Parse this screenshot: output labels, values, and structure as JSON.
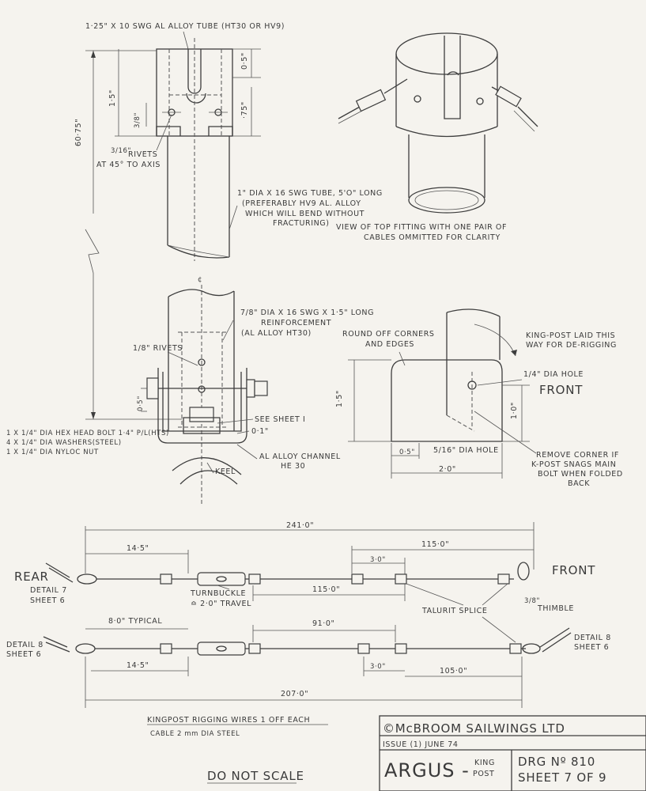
{
  "top_view": {
    "tube_spec": "1·25\" X 10 SWG AL ALLOY TUBE (HT30 OR HV9)",
    "dim_60_75": "60·75\"",
    "dim_1_5": "1·5\"",
    "dim_0_5": "0·5\"",
    "dim_75": "·75\"",
    "dim_3_8": "3/8\"",
    "rivets_fraction": "3/16\"",
    "rivets_line1": "RIVETS",
    "rivets_line2": "AT 45° TO AXIS",
    "tube2_line1": "1\" DIA X 16 SWG TUBE, 5'O\" LONG",
    "tube2_line2": "(PREFERABLY HV9 AL. ALLOY",
    "tube2_line3": "WHICH WILL BEND WITHOUT",
    "tube2_line4": "FRACTURING)",
    "view_caption_line1": "VIEW OF TOP FITTING WITH ONE PAIR OF",
    "view_caption_line2": "CABLES OMMITTED FOR CLARITY"
  },
  "base_view": {
    "centerline": "¢",
    "reinf_line1": "7/8\" DIA X 16 SWG X 1·5\" LONG",
    "reinf_line2": "REINFORCEMENT",
    "reinf_line3": "(AL ALLOY HT30)",
    "rivets_1_8": "1/8\" RIVETS",
    "dim_0_5": "0·5\"",
    "see_sheet": "SEE SHEET I",
    "dim_0_1": "0·1\"",
    "bolt_line1": "1 X 1/4\" DIA HEX HEAD BOLT 1·4\" P/L(HTS)",
    "bolt_line2": "4 X 1/4\" DIA WASHERS(STEEL)",
    "bolt_line3": "1 X 1/4\" DIA NYLOC NUT",
    "channel_line1": "AL ALLOY CHANNEL",
    "channel_line2": "HE 30",
    "keel": "KEEL"
  },
  "plate_view": {
    "round_off_line1": "ROUND OFF CORNERS",
    "round_off_line2": "AND EDGES",
    "kingpost_line1": "KING-POST LAID THIS",
    "kingpost_line2": "WAY FOR DE-RIGGING",
    "hole_quarter": "1/4\" DIA HOLE",
    "front": "FRONT",
    "dim_1_5": "1·5\"",
    "dim_1_0": "1·0\"",
    "dim_0_5": "0·5\"",
    "hole_5_16": "5/16\" DIA HOLE",
    "dim_2_0": "2·0\"",
    "remove_line1": "REMOVE CORNER IF",
    "remove_line2": "K-POST SNAGS MAIN",
    "remove_line3": "BOLT WHEN FOLDED",
    "remove_line4": "BACK"
  },
  "rigging": {
    "dim_241": "241·0\"",
    "dim_14_5_top": "14·5\"",
    "dim_115_top": "115·0\"",
    "dim_3_top": "3·0\"",
    "rear": "REAR",
    "front": "FRONT",
    "detail7_line1": "DETAIL 7",
    "detail7_line2": "SHEET 6",
    "turnbuckle_line1": "TURNBUCKLE",
    "turnbuckle_line2": "≏ 2·0\" TRAVEL",
    "dim_115_mid": "115·0\"",
    "talurit": "TALURIT SPLICE",
    "thimble_frac": "3/8\"",
    "thimble": "THIMBLE",
    "dim_8_typical": "8·0\" TYPICAL",
    "dim_91": "91·0\"",
    "detail8_left_line1": "DETAIL 8",
    "detail8_left_line2": "SHEET 6",
    "detail8_right_line1": "DETAIL 8",
    "detail8_right_line2": "SHEET 6",
    "dim_14_5_bot": "14·5\"",
    "dim_3_bot": "3·0\"",
    "dim_105": "105·0\"",
    "dim_207": "207·0\"",
    "caption": "KINGPOST RIGGING WIRES  1 OFF EACH",
    "cable": "CABLE 2 mm DIA STEEL",
    "do_not_scale": "DO NOT SCALE"
  },
  "title_block": {
    "company": "©McBROOM SAILWINGS LTD",
    "issue": "ISSUE (1) JUNE 74",
    "project": "ARGUS -",
    "part_line1": "KING",
    "part_line2": "POST",
    "drawing_no": "DRG Nº 810",
    "sheet": "SHEET 7 OF 9"
  }
}
